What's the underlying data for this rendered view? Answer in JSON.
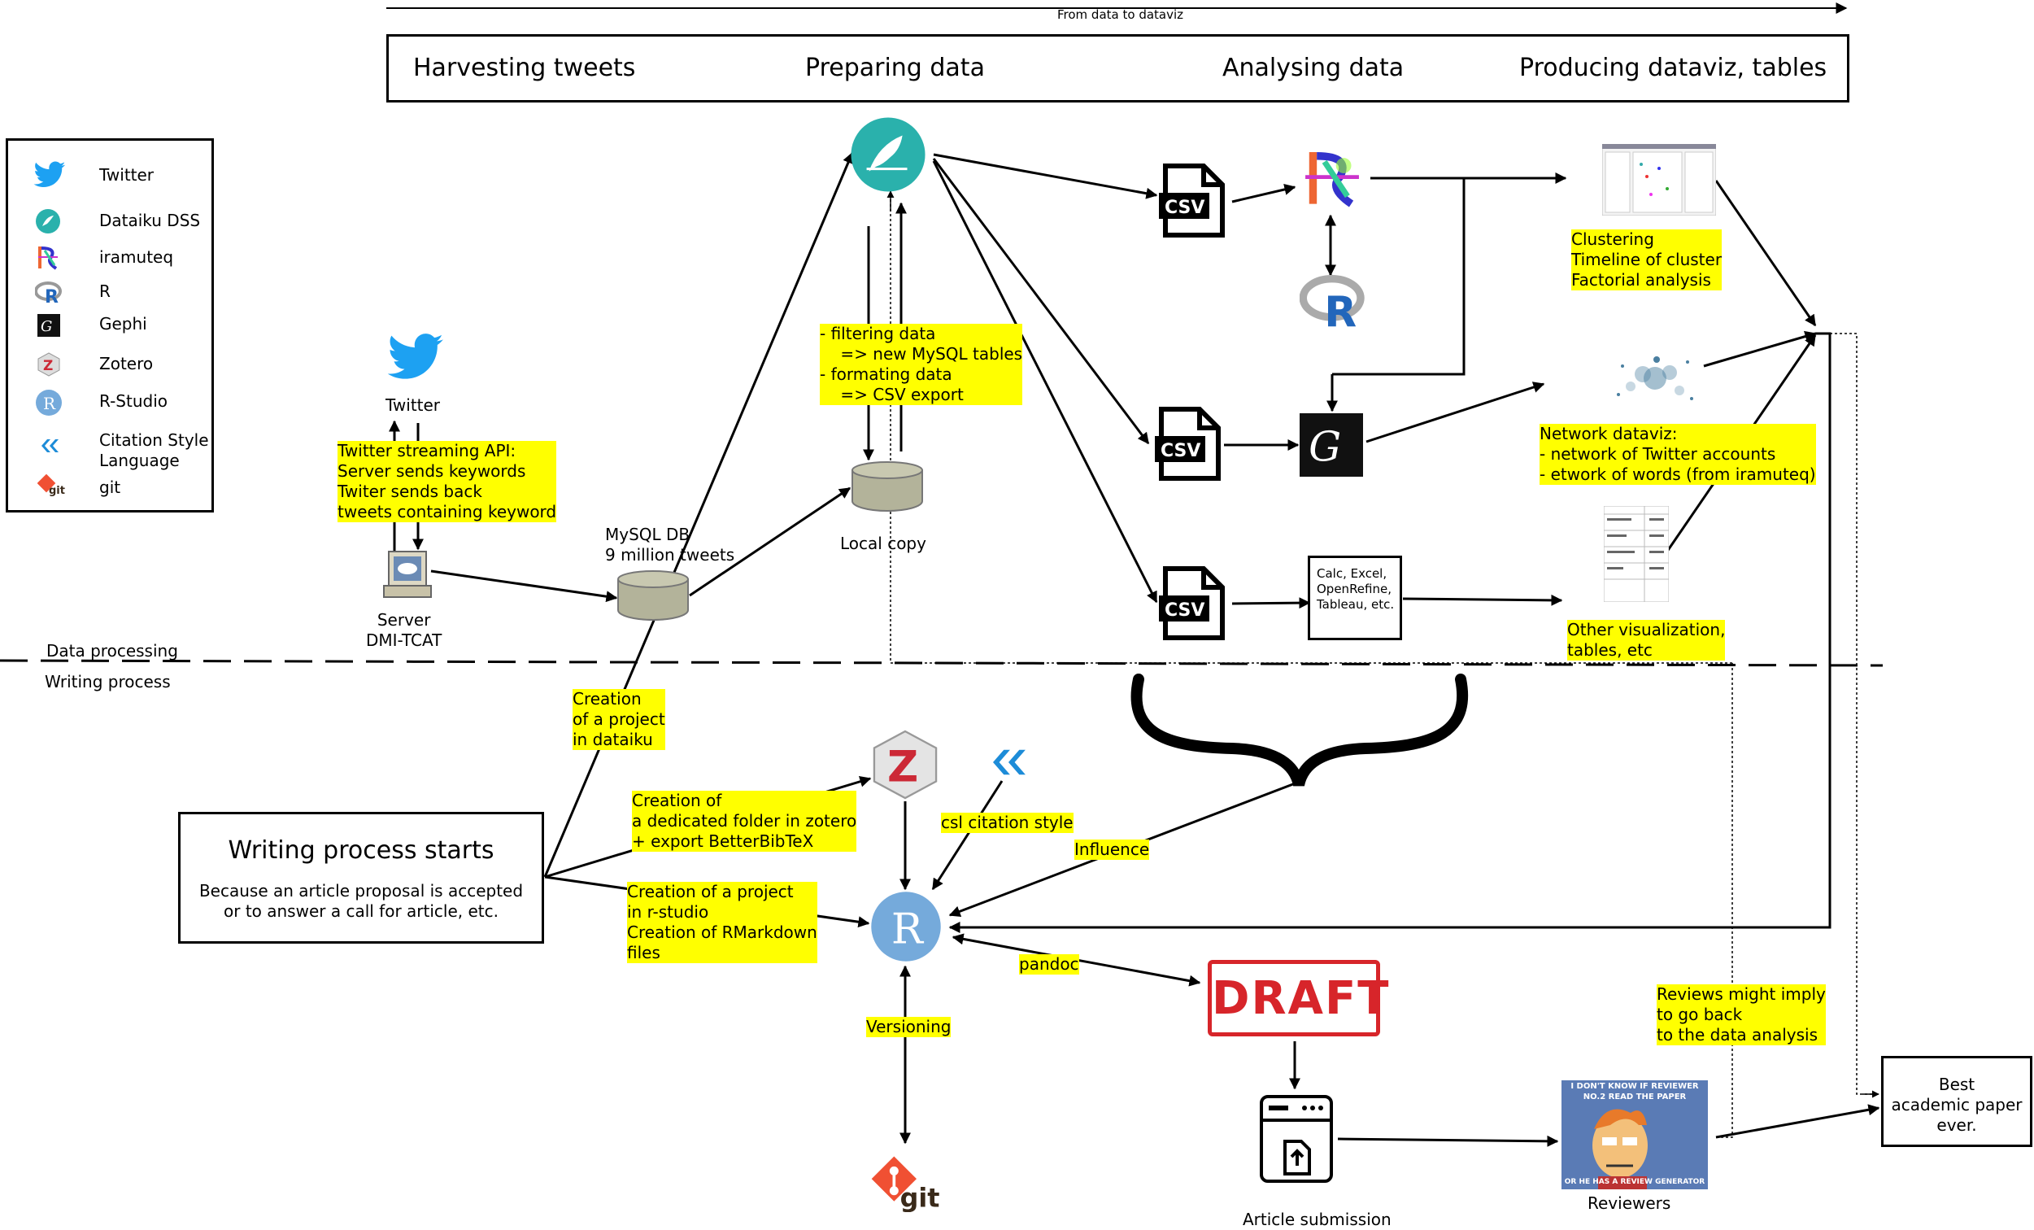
{
  "top_arrow_label": "From data to dataviz",
  "stages": {
    "harvesting": "Harvesting tweets",
    "preparing": "Preparing data",
    "analysing": "Analysing data",
    "producing": "Producing dataviz, tables"
  },
  "legend": [
    {
      "icon": "twitter-icon",
      "label": "Twitter"
    },
    {
      "icon": "dataiku-icon",
      "label": "Dataiku DSS"
    },
    {
      "icon": "iramuteq-icon",
      "label": "iramuteq"
    },
    {
      "icon": "r-icon",
      "label": "R"
    },
    {
      "icon": "gephi-icon",
      "label": "Gephi"
    },
    {
      "icon": "zotero-icon",
      "label": "Zotero"
    },
    {
      "icon": "rstudio-icon",
      "label": "R-Studio"
    },
    {
      "icon": "csl-icon",
      "label": "Citation Style\nLanguage"
    },
    {
      "icon": "git-icon",
      "label": "git"
    }
  ],
  "nodes": {
    "twitter": "Twitter",
    "streaming_api": "Twitter streaming API:\nServer sends keywords\nTwiter sends back\ntweets containing keyword",
    "server": "Server\nDMI-TCAT",
    "mysql": "MySQL DB\n9 million tweets",
    "local_copy": "Local copy",
    "filtering": "- filtering data\n    => new MySQL tables\n- formating data\n    => CSV export",
    "csv": "CSV",
    "clustering": "Clustering\nTimeline of cluster\nFactorial analysis",
    "network": "Network dataviz:\n- network of Twitter accounts\n- etwork of words (from iramuteq)",
    "calc_box": "Calc, Excel,\nOpenRefine,\nTableau, etc.",
    "other_viz": "Other visualization,\ntables, etc",
    "data_processing": "Data processing",
    "writing_process": "Writing process",
    "creation_dataiku": "Creation\nof a project\nin dataiku",
    "creation_zotero": "Creation of\na dedicated folder in zotero\n+ export BetterBibTeX",
    "csl_citation": "csl citation style",
    "influence": "Influence",
    "creation_rstudio": "Creation of a project\nin r-studio\nCreation of RMarkdown\nfiles",
    "pandoc": "pandoc",
    "versioning": "Versioning",
    "draft": "DRAFT",
    "article_submission": "Article submission",
    "reviewers": "Reviewers",
    "reviews_imply": "Reviews might imply\nto go back\nto the data analysis",
    "best_paper": "Best\nacademic paper\never.",
    "writing_starts_title": "Writing process starts",
    "writing_starts_sub": "Because an article proposal is accepted\nor to answer a call for article, etc.",
    "meme_top": "I DON'T KNOW IF REVIEWER\nNO.2 READ THE PAPER",
    "meme_bottom": "OR HE HAS A REVIEW GENERATOR"
  },
  "colors": {
    "highlight": "#ffff00",
    "twitter": "#1da1f2",
    "dataiku": "#2ab1ac",
    "rstudio": "#75aadb",
    "git": "#f05033",
    "zotero": "#cc2936",
    "draft": "#d7252a",
    "db": "#b3b39a"
  }
}
